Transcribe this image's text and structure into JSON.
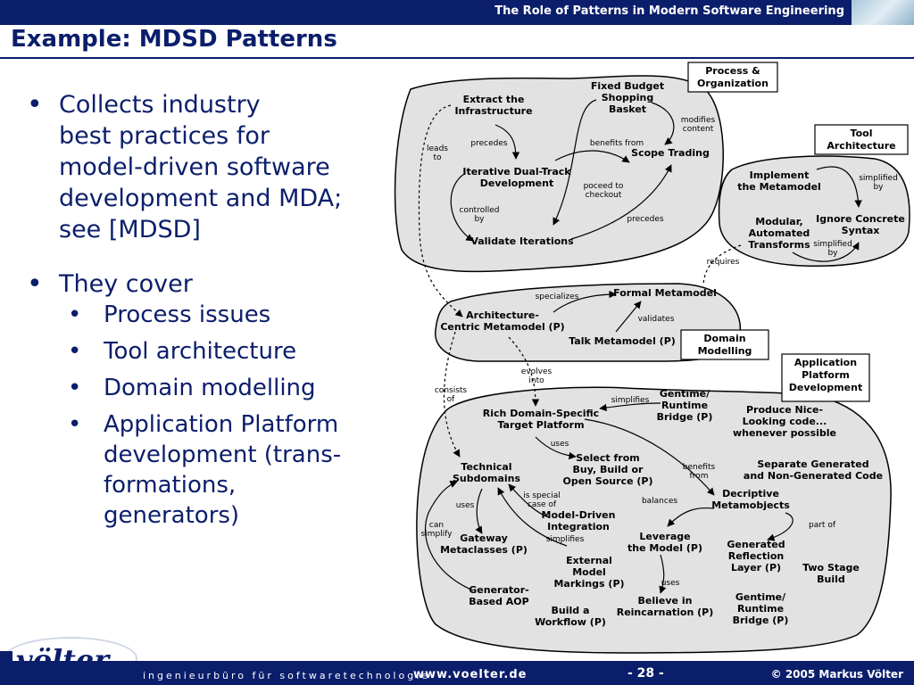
{
  "header": {
    "course_title": "The Role of Patterns in Modern Software Engineering"
  },
  "slide": {
    "title": "Example: MDSD Patterns",
    "bullets": [
      {
        "lines": [
          "Collects industry",
          "best practices for",
          "model-driven software",
          "development and MDA;",
          "see [MDSD]"
        ]
      },
      {
        "lines": [
          "They cover"
        ],
        "sub": [
          {
            "lines": [
              "Process issues"
            ]
          },
          {
            "lines": [
              "Tool architecture"
            ]
          },
          {
            "lines": [
              "Domain modelling"
            ]
          },
          {
            "lines": [
              "Application Platform",
              "development (trans-",
              "formations,",
              "generators)"
            ]
          }
        ]
      }
    ]
  },
  "diagram": {
    "groups": {
      "process": [
        "Process &",
        "Organization"
      ],
      "tool": [
        "Tool",
        "Architecture"
      ],
      "domain": [
        "Domain",
        "Modelling"
      ],
      "app": [
        "Application",
        "Platform",
        "Development"
      ]
    },
    "nodes": {
      "extract": [
        "Extract the",
        "Infrastructure"
      ],
      "fixed_budget": [
        "Fixed Budget",
        "Shopping",
        "Basket"
      ],
      "iterative": [
        "Iterative Dual-Track",
        "Development"
      ],
      "scope_trading": [
        "Scope Trading"
      ],
      "validate": [
        "Validate Iterations"
      ],
      "implement_mm": [
        "Implement",
        "the Metamodel"
      ],
      "modular": [
        "Modular,",
        "Automated",
        "Transforms"
      ],
      "ignore_syntax": [
        "Ignore Concrete",
        "Syntax"
      ],
      "formal_mm": [
        "Formal Metamodel"
      ],
      "arch_mm": [
        "Architecture-",
        "Centric Metamodel (P)"
      ],
      "talk_mm": [
        "Talk Metamodel (P)"
      ],
      "rich_platform": [
        "Rich Domain-Specific",
        "Target Platform"
      ],
      "gentime1": [
        "Gentime/",
        "Runtime",
        "Bridge (P)"
      ],
      "nice_code": [
        "Produce Nice-",
        "Looking code...",
        "whenever possible"
      ],
      "tech_sub": [
        "Technical",
        "Subdomains"
      ],
      "select_from": [
        "Select from",
        "Buy, Build or",
        "Open Source (P)"
      ],
      "separate": [
        "Separate Generated",
        "and Non-Generated Code"
      ],
      "descriptive": [
        "Decriptive",
        "Metamobjects"
      ],
      "mdi": [
        "Model-Driven",
        "Integration"
      ],
      "gateway": [
        "Gateway",
        "Metaclasses (P)"
      ],
      "leverage": [
        "Leverage",
        "the Model (P)"
      ],
      "reflection": [
        "Generated",
        "Reflection",
        "Layer (P)"
      ],
      "external": [
        "External",
        "Model",
        "Markings (P)"
      ],
      "two_stage": [
        "Two Stage",
        "Build"
      ],
      "aop": [
        "Generator-",
        "Based AOP"
      ],
      "workflow": [
        "Build a",
        "Workflow (P)"
      ],
      "reincarnation": [
        "Believe in",
        "Reincarnation (P)"
      ],
      "gentime2": [
        "Gentime/",
        "Runtime",
        "Bridge (P)"
      ]
    },
    "edges": {
      "leads_to": [
        "leads",
        "to"
      ],
      "precedes1": [
        "precedes"
      ],
      "benefits_from1": [
        "benefits from"
      ],
      "modifies": [
        "modifies",
        "content"
      ],
      "poceed": [
        "poceed to",
        "checkout"
      ],
      "controlled": [
        "controlled",
        "by"
      ],
      "precedes2": [
        "precedes"
      ],
      "simplified1": [
        "simplified",
        "by"
      ],
      "simplified2": [
        "simplified",
        "by"
      ],
      "requires": [
        "requires"
      ],
      "specializes": [
        "specializes"
      ],
      "validates": [
        "validates"
      ],
      "evolves": [
        "evolves",
        "into"
      ],
      "consists": [
        "consists",
        "of"
      ],
      "simplifies1": [
        "simplifies"
      ],
      "uses1": [
        "uses"
      ],
      "benefits2": [
        "benefits",
        "from"
      ],
      "special_case": [
        "is special",
        "case of"
      ],
      "balances": [
        "balances"
      ],
      "part_of": [
        "part of"
      ],
      "uses2": [
        "uses"
      ],
      "can_simplify": [
        "can",
        "simplify"
      ],
      "simplifies2": [
        "simplifies"
      ],
      "uses3": [
        "uses"
      ]
    }
  },
  "footer": {
    "company": "ingenieurbüro für softwaretechnologie",
    "url": "www.voelter.de",
    "page": "- 28 -",
    "copyright": "© 2005  Markus Völter",
    "logo": "völter"
  }
}
